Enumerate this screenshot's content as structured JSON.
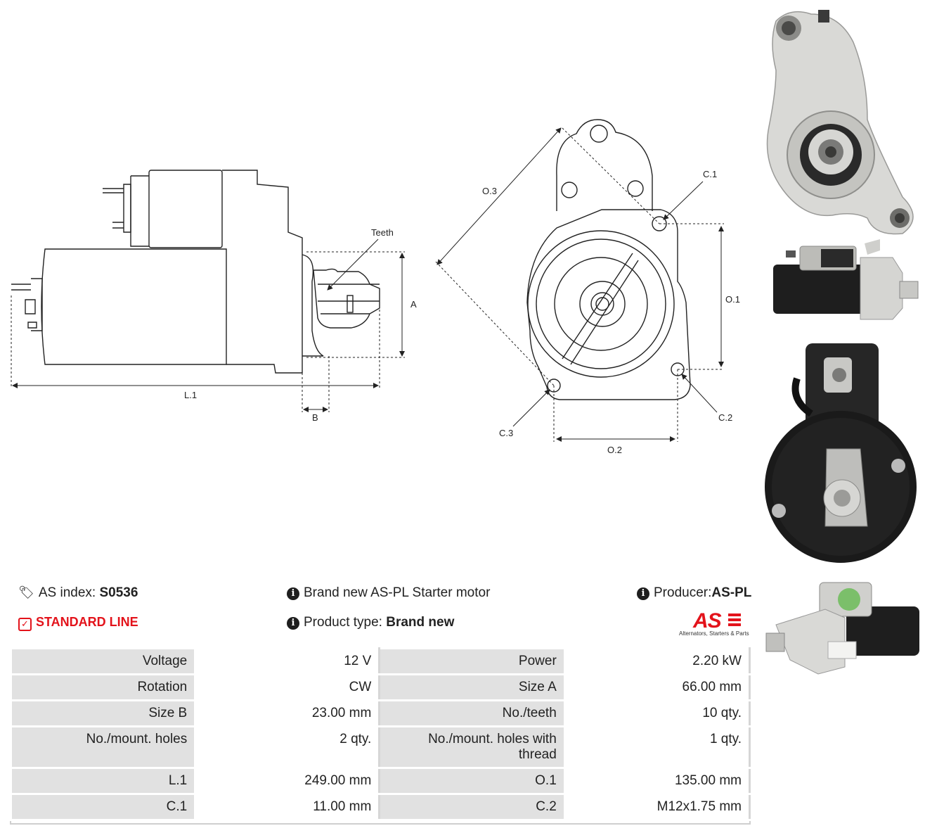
{
  "drawing": {
    "labels": {
      "teeth": "Teeth",
      "a": "A",
      "b": "B",
      "l1": "L.1",
      "o1": "O.1",
      "o2": "O.2",
      "o3": "O.3",
      "c1": "C.1",
      "c2": "C.2",
      "c3": "C.3"
    }
  },
  "info": {
    "as_index_label": "AS index:",
    "as_index_value": "S0536",
    "line": "STANDARD LINE",
    "description": "Brand new AS-PL Starter motor",
    "product_type_label": "Product type:",
    "product_type_value": "Brand new",
    "producer_label": "Producer:",
    "producer_value": "AS-PL"
  },
  "logo": {
    "mark": "AS",
    "tagline": "Alternators, Starters & Parts"
  },
  "specs": {
    "rows": [
      {
        "l1": "Voltage",
        "v1": "12 V",
        "l2": "Power",
        "v2": "2.20 kW"
      },
      {
        "l1": "Rotation",
        "v1": "CW",
        "l2": "Size A",
        "v2": "66.00 mm"
      },
      {
        "l1": "Size B",
        "v1": "23.00 mm",
        "l2": "No./teeth",
        "v2": "10 qty."
      },
      {
        "l1": "No./mount. holes",
        "v1": "2 qty.",
        "l2": "No./mount. holes with thread",
        "v2": "1 qty."
      },
      {
        "l1": "L.1",
        "v1": "249.00 mm",
        "l2": "O.1",
        "v2": "135.00 mm"
      },
      {
        "l1": "C.1",
        "v1": "11.00 mm",
        "l2": "C.2",
        "v2": "M12x1.75 mm"
      }
    ]
  },
  "colors": {
    "accent": "#e3131b",
    "label_bg": "#e1e1e1",
    "motor_black": "#1a1a1a",
    "housing_silver": "#d9d9d6"
  }
}
